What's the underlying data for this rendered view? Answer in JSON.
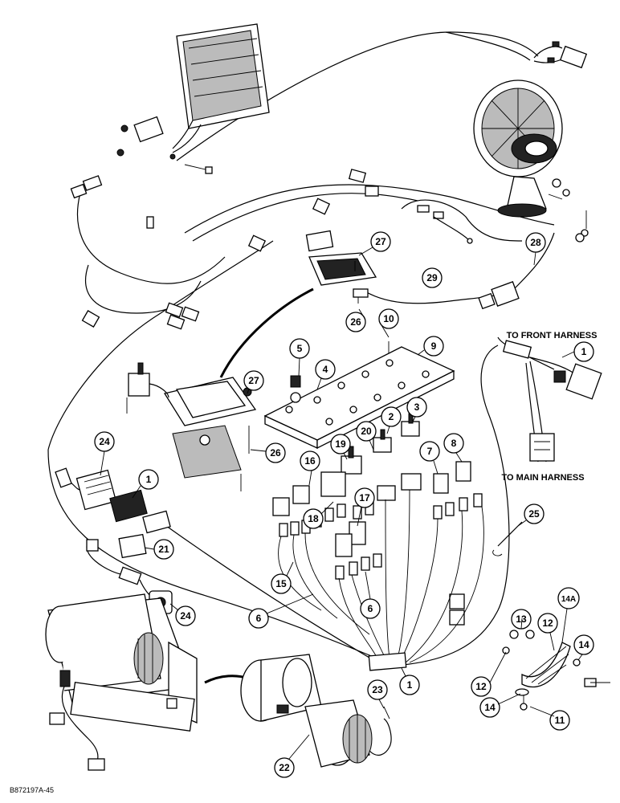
{
  "labels": {
    "to_front_harness": "TO FRONT HARNESS",
    "to_main_harness": "TO MAIN HARNESS",
    "drawing_code": "B872197A-45"
  },
  "callouts": [
    {
      "id": "c1a",
      "text": "1"
    },
    {
      "id": "c1b",
      "text": "1"
    },
    {
      "id": "c1c",
      "text": "1"
    },
    {
      "id": "c2",
      "text": "2"
    },
    {
      "id": "c3",
      "text": "3"
    },
    {
      "id": "c4",
      "text": "4"
    },
    {
      "id": "c5",
      "text": "5"
    },
    {
      "id": "c6a",
      "text": "6"
    },
    {
      "id": "c6b",
      "text": "6"
    },
    {
      "id": "c7",
      "text": "7"
    },
    {
      "id": "c8",
      "text": "8"
    },
    {
      "id": "c9",
      "text": "9"
    },
    {
      "id": "c10",
      "text": "10"
    },
    {
      "id": "c11",
      "text": "11"
    },
    {
      "id": "c12a",
      "text": "12"
    },
    {
      "id": "c12b",
      "text": "12"
    },
    {
      "id": "c13",
      "text": "13"
    },
    {
      "id": "c14a",
      "text": "14"
    },
    {
      "id": "c14b",
      "text": "14"
    },
    {
      "id": "c14A",
      "text": "14A"
    },
    {
      "id": "c15",
      "text": "15"
    },
    {
      "id": "c16",
      "text": "16"
    },
    {
      "id": "c17",
      "text": "17"
    },
    {
      "id": "c18",
      "text": "18"
    },
    {
      "id": "c19",
      "text": "19"
    },
    {
      "id": "c20",
      "text": "20"
    },
    {
      "id": "c21",
      "text": "21"
    },
    {
      "id": "c22",
      "text": "22"
    },
    {
      "id": "c23",
      "text": "23"
    },
    {
      "id": "c24a",
      "text": "24"
    },
    {
      "id": "c24b",
      "text": "24"
    },
    {
      "id": "c25",
      "text": "25"
    },
    {
      "id": "c26a",
      "text": "26"
    },
    {
      "id": "c26b",
      "text": "26"
    },
    {
      "id": "c27a",
      "text": "27"
    },
    {
      "id": "c27b",
      "text": "27"
    },
    {
      "id": "c28",
      "text": "28"
    },
    {
      "id": "c29",
      "text": "29"
    }
  ]
}
